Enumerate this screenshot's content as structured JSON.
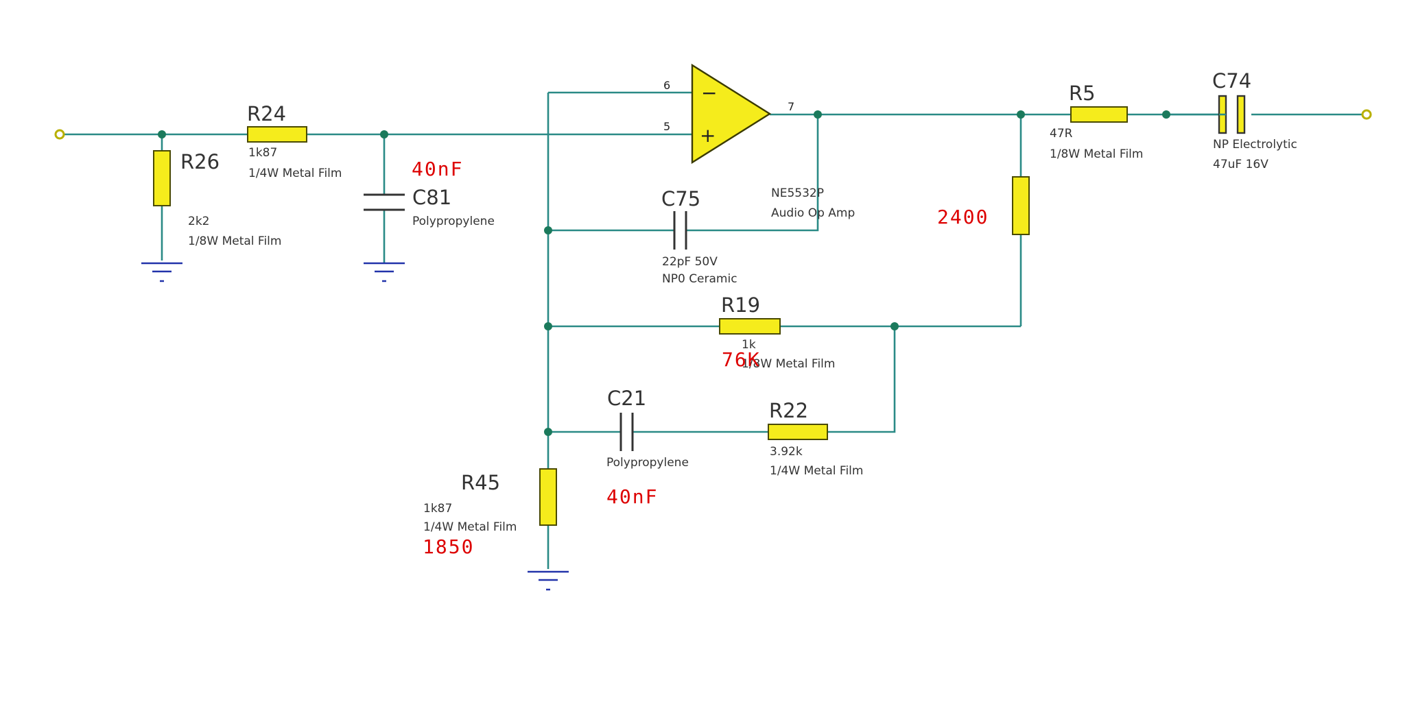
{
  "components": {
    "r24": {
      "ref": "R24",
      "value": "1k87",
      "desc": "1/4W Metal Film"
    },
    "r26": {
      "ref": "R26",
      "value": "2k2",
      "desc": "1/8W Metal Film"
    },
    "c81": {
      "ref": "C81",
      "desc": "Polypropylene"
    },
    "u1": {
      "part": "NE5532P",
      "desc": "Audio Op Amp",
      "pin_inv": "6",
      "pin_noninv": "5",
      "pin_out": "7",
      "sign_minus": "−",
      "sign_plus": "+"
    },
    "c75": {
      "ref": "C75",
      "value": "22pF 50V",
      "desc": "NP0 Ceramic"
    },
    "r19": {
      "ref": "R19",
      "value": "1k",
      "desc": "1/8W Metal Film"
    },
    "c21": {
      "ref": "C21",
      "desc": "Polypropylene"
    },
    "r22": {
      "ref": "R22",
      "value": "3.92k",
      "desc": "1/4W Metal Film"
    },
    "r45": {
      "ref": "R45",
      "value": "1k87",
      "desc": "1/4W Metal Film"
    },
    "r5": {
      "ref": "R5",
      "value": "47R",
      "desc": "1/8W Metal Film"
    },
    "c74": {
      "ref": "C74",
      "value": "47uF 16V",
      "desc": "NP Electrolytic"
    }
  },
  "annotations": {
    "c81_note": "40nF",
    "r18_note": "2400",
    "r19_note": "76K",
    "c21_note": "40nF",
    "r45_note": "1850"
  },
  "colors": {
    "wire": "#2a8a86",
    "ground": "#2233aa",
    "resistor_fill": "#f5ec1c",
    "opamp_fill": "#f5ec1c",
    "annotation": "#dd0000"
  }
}
